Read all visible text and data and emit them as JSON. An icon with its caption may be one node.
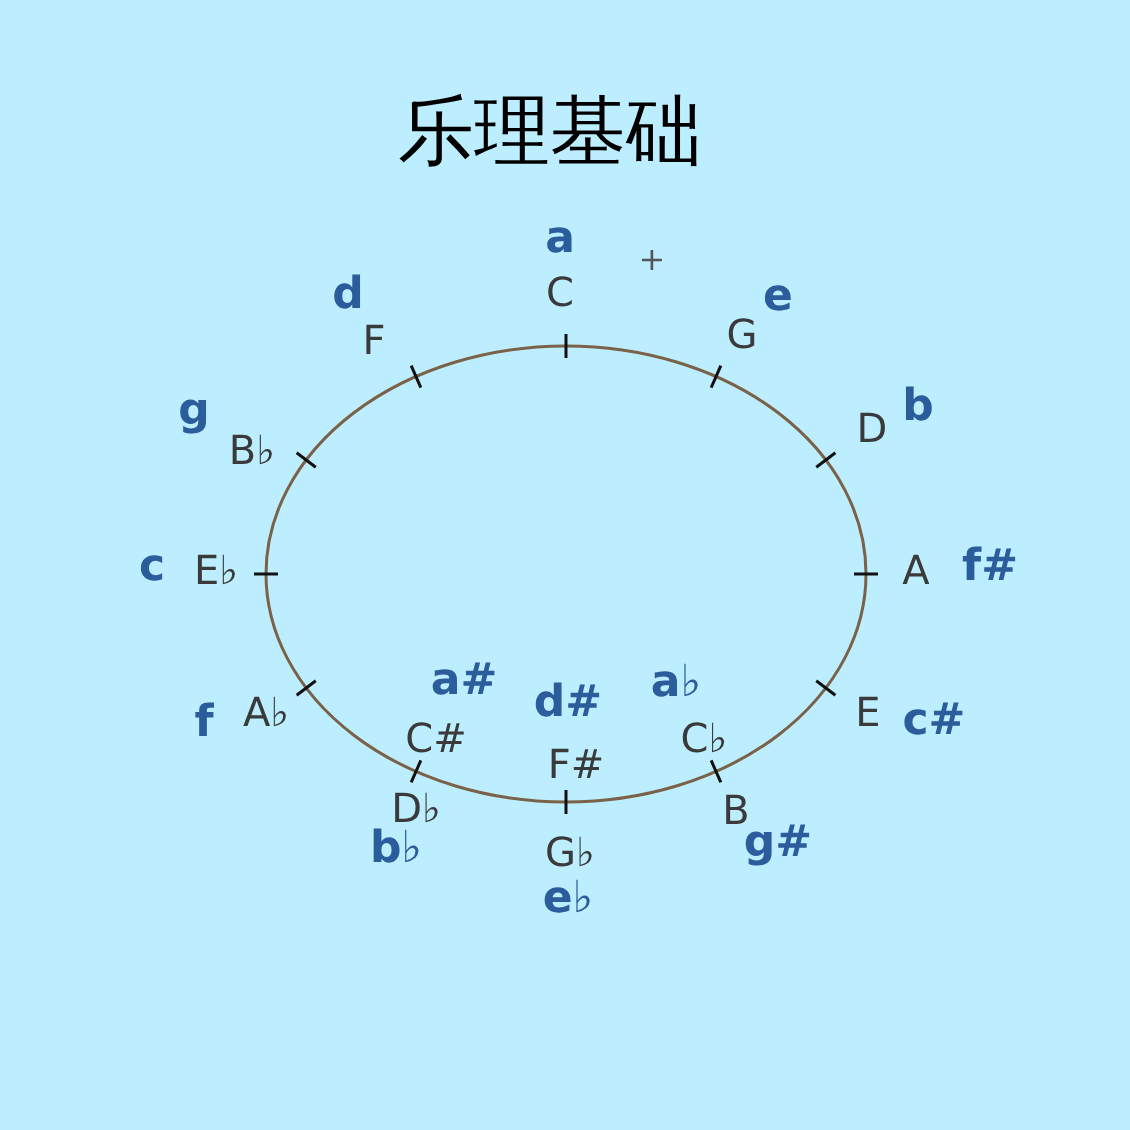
{
  "diagram": {
    "title": "乐理基础",
    "labels": [
      "a",
      "+",
      "d",
      "C",
      "e",
      "F",
      "G",
      "g",
      "D",
      "b",
      "B♭",
      "c",
      "E♭",
      "A",
      "f#",
      "a#",
      "d#",
      "a♭",
      "f",
      "A♭",
      "E",
      "c#",
      "C#",
      "C♭",
      "F#",
      "D♭",
      "B",
      "b♭",
      "G♭",
      "g#",
      "e♭"
    ]
  }
}
